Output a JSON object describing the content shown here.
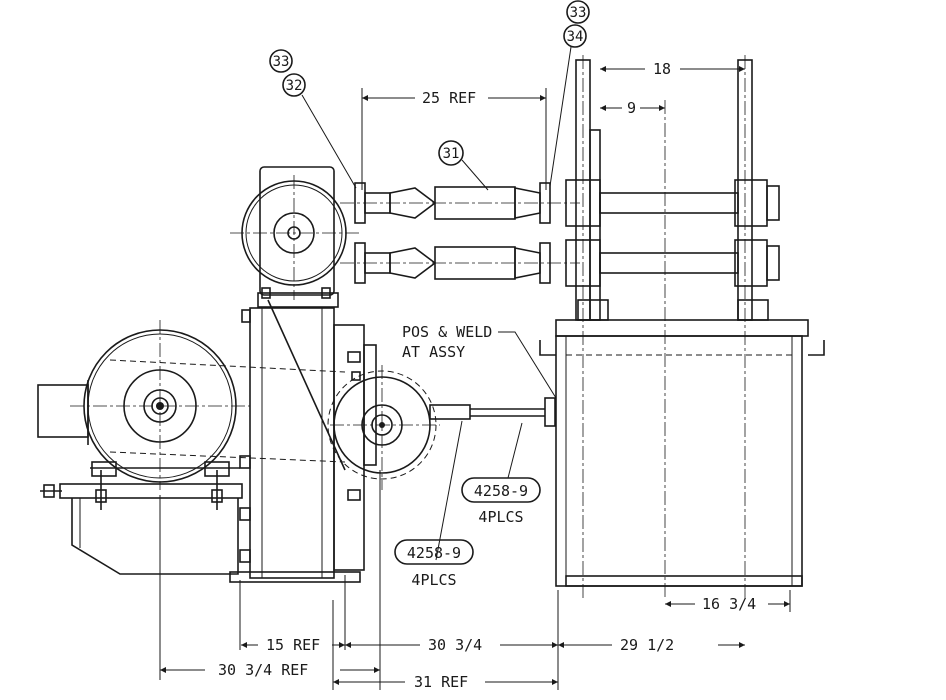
{
  "balloons": {
    "b33_left": "33",
    "b32": "32",
    "b31": "31",
    "b33_right": "33",
    "b34": "34"
  },
  "dimensions": {
    "d25ref": "25 REF",
    "d18": "18",
    "d9": "9",
    "d16_3_4": "16 3/4",
    "d15ref": "15 REF",
    "d30_3_4": "30 3/4",
    "d29_1_2": "29 1/2",
    "d30_3_4_ref": "30 3/4 REF",
    "d31ref": "31 REF"
  },
  "notes": {
    "pos_weld_line1": "POS & WELD",
    "pos_weld_line2": "AT ASSY",
    "part_a_number": "4258-9",
    "part_a_qty": "4PLCS",
    "part_b_number": "4258-9",
    "part_b_qty": "4PLCS"
  }
}
